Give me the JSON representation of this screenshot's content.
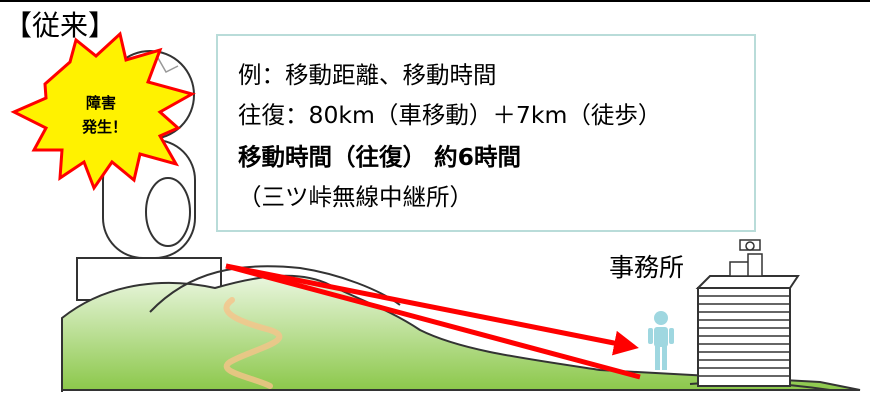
{
  "title": "【従来】",
  "alert": {
    "line1": "障害",
    "line2": "発生！",
    "fill_color": "#fff200",
    "border_color": "#ff0000"
  },
  "info": {
    "line1": "例：移動距離、移動時間",
    "line2": "往復：80km（車移動）＋7km（徒歩）",
    "line3": "移動時間（往復） 約6時間",
    "line4": "（三ツ峠無線中継所）",
    "border_color": "#b9dcd9"
  },
  "office_label": "事務所",
  "colors": {
    "route": "#ff0000",
    "hill_green": "#8cc84b",
    "path_orange": "#f6c38a",
    "person": "#9fd7e0"
  }
}
